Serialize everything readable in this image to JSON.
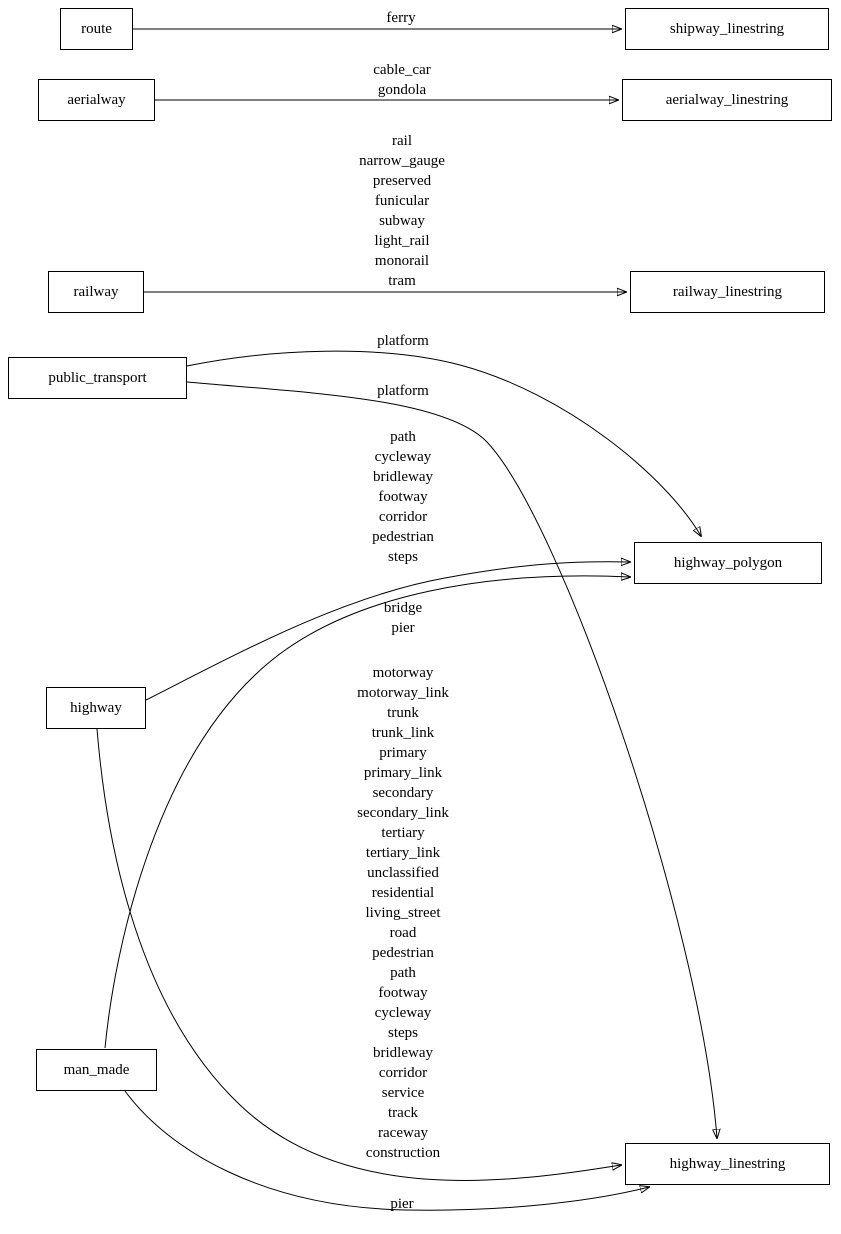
{
  "diagram": {
    "title": "OSM tag to table mapping graph",
    "colors": {
      "stroke": "#000000",
      "background": "#ffffff"
    }
  },
  "nodes": {
    "route": "route",
    "shipway_linestring": "shipway_linestring",
    "aerialway": "aerialway",
    "aerialway_linestring": "aerialway_linestring",
    "railway": "railway",
    "railway_linestring": "railway_linestring",
    "public_transport": "public_transport",
    "highway_polygon": "highway_polygon",
    "highway": "highway",
    "man_made": "man_made",
    "highway_linestring": "highway_linestring"
  },
  "edge_labels": {
    "route_shipway_linestring": "ferry",
    "aerialway_aerialway_linestring": "cable_car\ngondola",
    "railway_railway_linestring": "rail\nnarrow_gauge\npreserved\nfunicular\nsubway\nlight_rail\nmonorail\ntram",
    "public_transport_highway_polygon": "platform",
    "public_transport_highway_linestring": "platform",
    "highway_highway_polygon": "path\ncycleway\nbridleway\nfootway\ncorridor\npedestrian\nsteps",
    "man_made_highway_polygon": "bridge\npier",
    "highway_highway_linestring": "motorway\nmotorway_link\ntrunk\ntrunk_link\nprimary\nprimary_link\nsecondary\nsecondary_link\ntertiary\ntertiary_link\nunclassified\nresidential\nliving_street\nroad\npedestrian\npath\nfootway\ncycleway\nsteps\nbridleway\ncorridor\nservice\ntrack\nraceway\nconstruction",
    "man_made_highway_linestring": "pier"
  }
}
